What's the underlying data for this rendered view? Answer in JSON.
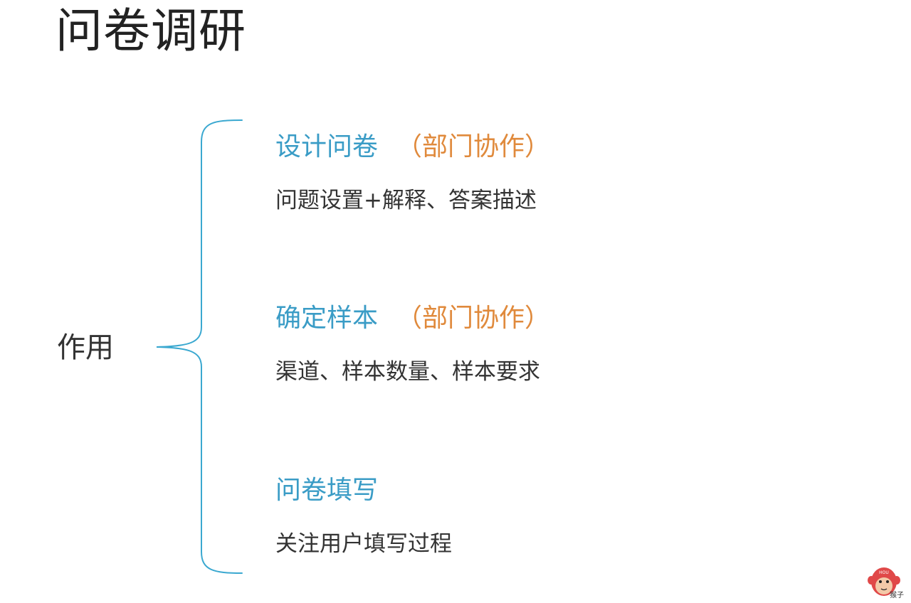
{
  "title": "问卷调研",
  "root": {
    "label": "作用"
  },
  "branches": [
    {
      "name": "设计问卷",
      "note": "（部门协作）",
      "description": "问题设置+解释、答案描述"
    },
    {
      "name": "确定样本",
      "note": "（部门协作）",
      "description": "渠道、样本数量、样本要求"
    },
    {
      "name": "问卷填写",
      "note": "",
      "description": "关注用户填写过程"
    }
  ],
  "colors": {
    "branch_name": "#3a9cc6",
    "branch_note": "#e08a3c",
    "brace": "#3aa8d0",
    "logo_face": "#e04848"
  },
  "logo": {
    "icon": "monkey-logo-icon",
    "badge_text": "HOU",
    "caption": "猴子"
  }
}
